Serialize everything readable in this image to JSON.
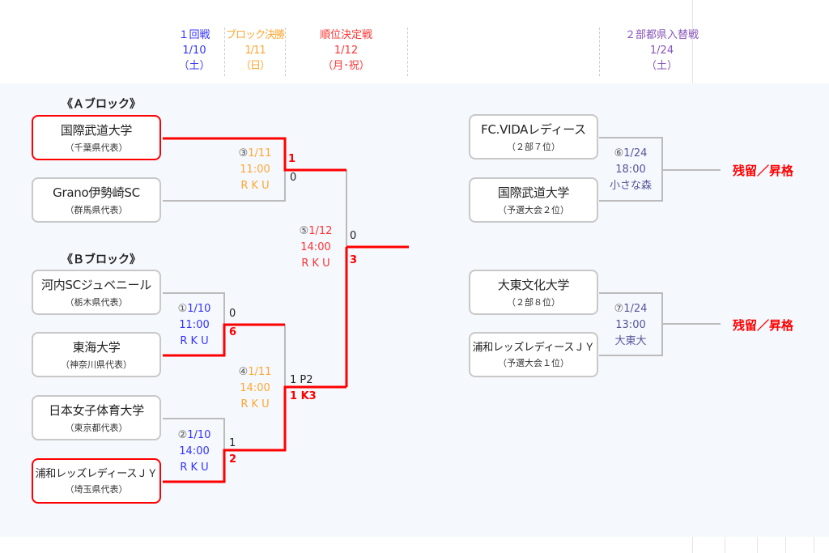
{
  "header": [
    {
      "title": "１回戦",
      "date": "1/10",
      "day": "（土）",
      "color": "#3333ff"
    },
    {
      "title": "ブロック決勝",
      "date": "1/11",
      "day": "（日）",
      "color": "#ffa733"
    },
    {
      "title": "順位決定戦",
      "date": "1/12",
      "day": "（月･祝）",
      "color": "#ff3333"
    },
    {
      "title": "２部都県入替戦",
      "date": "1/24",
      "day": "（土）",
      "color": "#8855bb"
    }
  ],
  "blocks": {
    "a": "《Ａブロック》",
    "b": "《Ｂブロック》"
  },
  "teams": [
    {
      "name": "国際武道大学",
      "sub": "（千葉県代表）"
    },
    {
      "name": "Grano伊勢崎SC",
      "sub": "（群馬県代表）"
    },
    {
      "name": "河内SCジュベニール",
      "sub": "（栃木県代表）"
    },
    {
      "name": "東海大学",
      "sub": "（神奈川県代表）"
    },
    {
      "name": "日本女子体育大学",
      "sub": "（東京都代表）"
    },
    {
      "name": "浦和レッズレディースＪＹ",
      "sub": "（埼玉県代表）"
    }
  ],
  "right_teams": [
    {
      "name": "FC.VIDAレディース",
      "sub": "（２部７位）"
    },
    {
      "name": "国際武道大学",
      "sub": "（予選大会２位）"
    },
    {
      "name": "大東文化大学",
      "sub": "（２部８位）"
    },
    {
      "name": "浦和レッズレディースＪＹ",
      "sub": "（予選大会１位）"
    }
  ],
  "matches": {
    "m1": {
      "no": "①",
      "date": "1/10",
      "time": "11:00",
      "venue": "R K U"
    },
    "m2": {
      "no": "②",
      "date": "1/10",
      "time": "14:00",
      "venue": "R K U"
    },
    "m3": {
      "no": "③",
      "date": "1/11",
      "time": "11:00",
      "venue": "R K U"
    },
    "m4": {
      "no": "④",
      "date": "1/11",
      "time": "14:00",
      "venue": "R K U"
    },
    "m5": {
      "no": "⑤",
      "date": "1/12",
      "time": "14:00",
      "venue": "R K U"
    },
    "m6": {
      "no": "⑥",
      "date": "1/24",
      "time": "18:00",
      "venue": "小さな森"
    },
    "m7": {
      "no": "⑦",
      "date": "1/24",
      "time": "13:00",
      "venue": "大東大"
    }
  },
  "scores": {
    "m3a": "1",
    "m3b": "0",
    "m5a": "0",
    "m5b": "3",
    "m1a": "0",
    "m1b": "6",
    "m4a": "1 P2",
    "m4b": "1 K3",
    "m2a": "1",
    "m2b": "2"
  },
  "result_label": "残留／昇格"
}
